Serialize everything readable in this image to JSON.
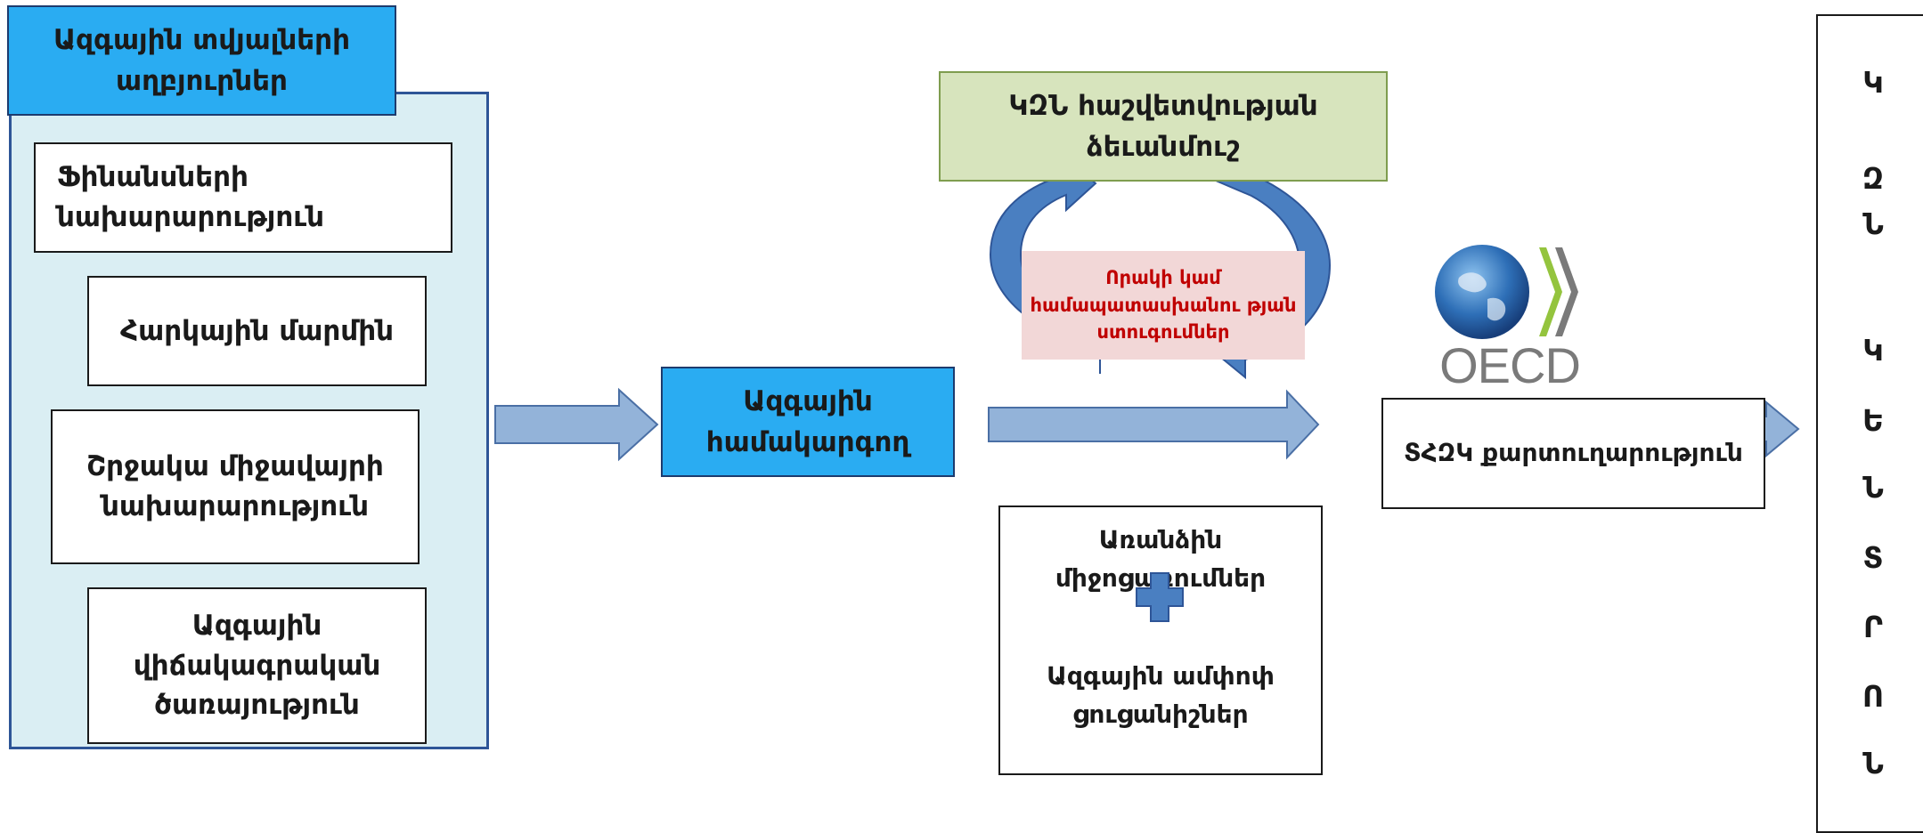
{
  "sources": {
    "header": "Ազգային տվյալների աղբյուրներ",
    "items": [
      "Ֆինանսների նախարարություն",
      "Հարկային մարմին",
      "Շրջակա միջավայրի նախարարություն",
      "Ազգային վիճակագրական ծառայություն"
    ]
  },
  "coordinator": "Ազգային համակարգող",
  "report_format": "ԿԶՆ հաշվետվության ձեւանմուշ",
  "quality_check": "Որակի կամ համապատասխանու թյան ստուգումներ",
  "inputs": {
    "separate_entries": "Առանձին միջոցառումներ",
    "aggregate_indicators": "Ազգային ամփոփ ցուցանիշներ"
  },
  "oecd": {
    "logo_text": "OECD",
    "questionnaire": "ՏՀԶԿ քարտուղարություն"
  },
  "vertical_label": [
    "Կ",
    "Զ",
    "Ն",
    "",
    "Կ",
    "Ե",
    "Ն",
    "Տ",
    "Ր",
    "Ո",
    "Ն"
  ],
  "colors": {
    "header_blue": "#2aacf2",
    "panel_bg": "#daeef3",
    "arrow_blue": "#93b3d9",
    "cycle_blue": "#4a7fc1",
    "green_box": "#d7e4bd",
    "pink_box": "#f2d7d7",
    "check_text": "#c00000"
  }
}
